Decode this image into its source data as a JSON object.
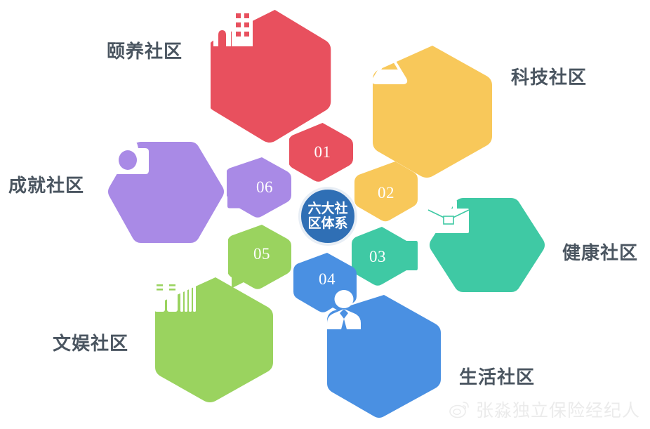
{
  "center": {
    "line1": "六大社",
    "line2": "区体系",
    "color": "#2f6fb5",
    "ring_color": "#e8eef5"
  },
  "nodes": [
    {
      "number": "01",
      "label": "颐养社区",
      "color": "#e8505e",
      "icon": "building-icon",
      "badge_position": "below"
    },
    {
      "number": "02",
      "label": "科技社区",
      "color": "#f8c85a",
      "icon": "flask-icon",
      "badge_position": "below-left"
    },
    {
      "number": "03",
      "label": "健康社区",
      "color": "#3fc9a4",
      "icon": "briefcase-icon",
      "badge_position": "left"
    },
    {
      "number": "04",
      "label": "生活社区",
      "color": "#4a90e2",
      "icon": "person-icon",
      "badge_position": "above"
    },
    {
      "number": "05",
      "label": "文娱社区",
      "color": "#9ad35f",
      "icon": "books-icon",
      "badge_position": "above-right"
    },
    {
      "number": "06",
      "label": "成就社区",
      "color": "#a98ae6",
      "icon": "camera-icon",
      "badge_position": "right"
    }
  ],
  "label_color": "#4a5560",
  "watermark": {
    "text": "张淼独立保险经纪人",
    "icon": "weibo-icon"
  }
}
